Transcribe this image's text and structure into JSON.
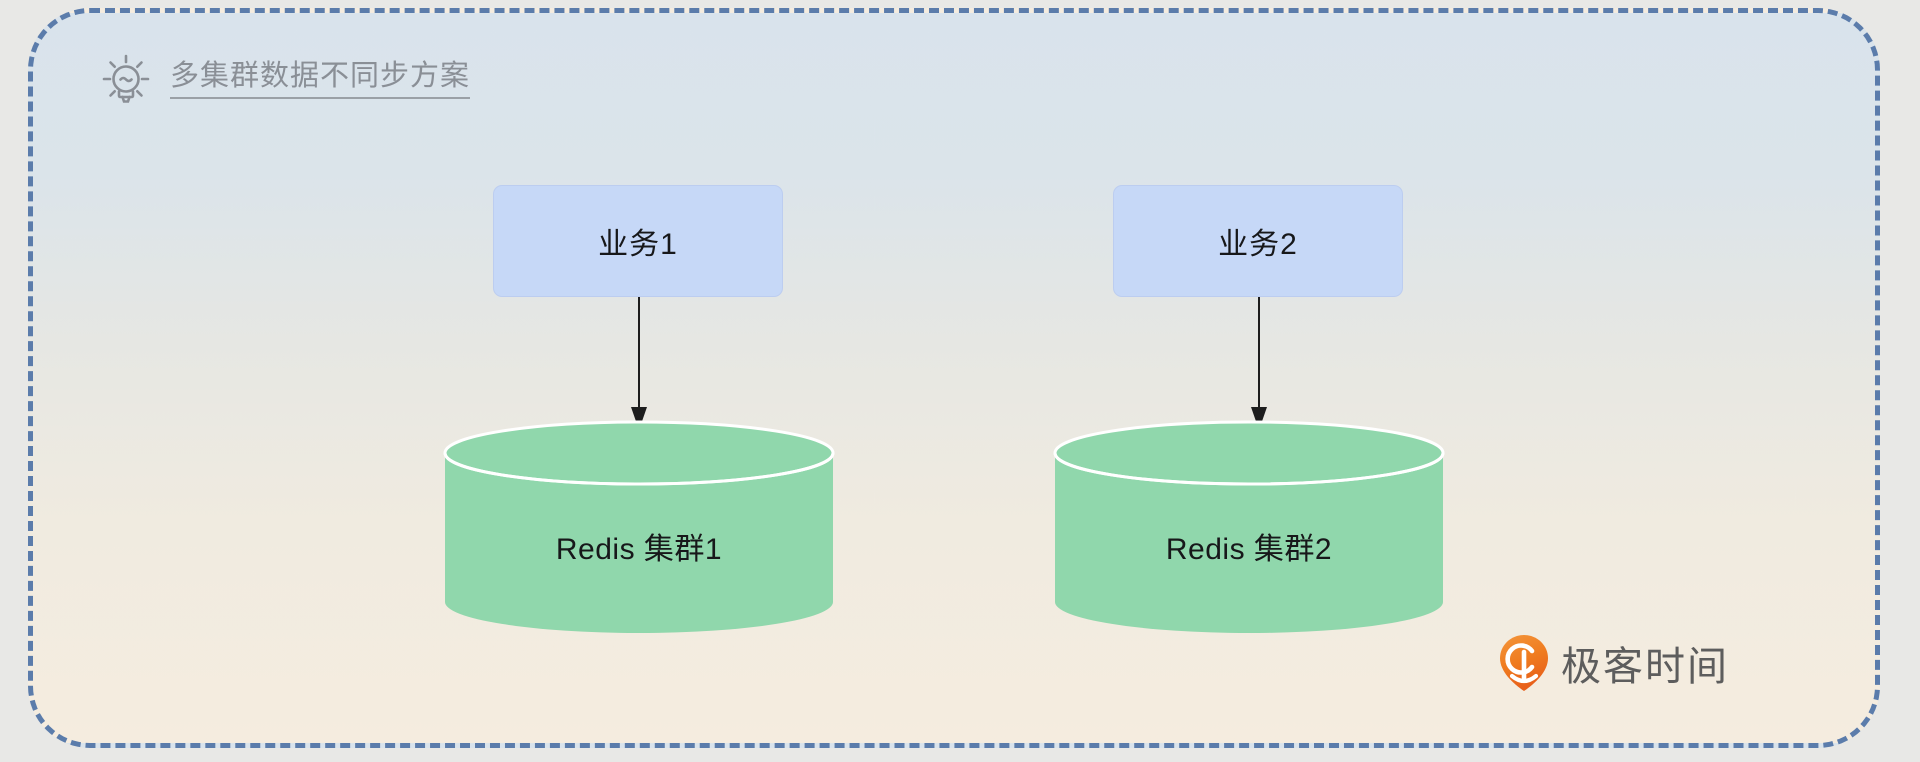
{
  "diagram": {
    "title": "多集群数据不同步方案",
    "title_icon": "lightbulb-icon",
    "frame": {
      "border_color": "#5b7cab",
      "border_style": "dashed",
      "bg_gradient_top": "#d9e3ec",
      "bg_gradient_bottom": "#f5ecdf"
    },
    "nodes": [
      {
        "id": "biz-1",
        "label": "业务1",
        "shape": "rounded-rect",
        "fill": "#c6d8f7"
      },
      {
        "id": "biz-2",
        "label": "业务2",
        "shape": "rounded-rect",
        "fill": "#c6d8f7"
      },
      {
        "id": "redis-1",
        "label": "Redis 集群1",
        "shape": "cylinder",
        "fill": "#90d7ac"
      },
      {
        "id": "redis-2",
        "label": "Redis 集群2",
        "shape": "cylinder",
        "fill": "#90d7ac"
      }
    ],
    "edges": [
      {
        "id": "edge-1",
        "from": "biz-1",
        "to": "redis-1",
        "style": "solid-arrow",
        "color": "#1d1d1d"
      },
      {
        "id": "edge-2",
        "from": "biz-2",
        "to": "redis-2",
        "style": "solid-arrow",
        "color": "#1d1d1d"
      }
    ],
    "watermark": {
      "text": "极客时间",
      "mark": "geektime-pin-logo",
      "mark_color": "#ef7b1f",
      "text_color": "#5d5d5d"
    }
  }
}
